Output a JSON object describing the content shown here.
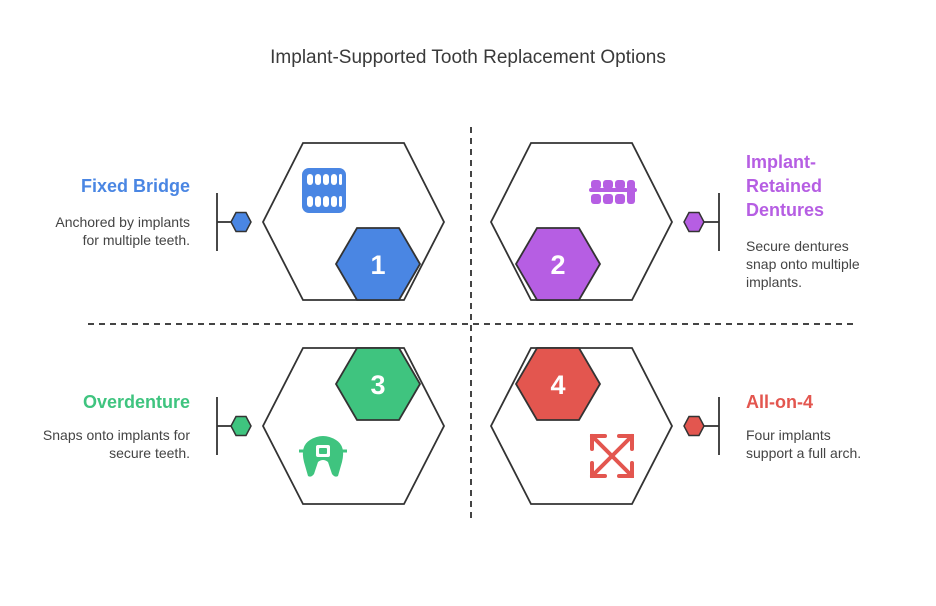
{
  "title": "Implant-Supported Tooth Replacement Options",
  "colors": {
    "outline": "#333333",
    "divider": "#444444"
  },
  "options": [
    {
      "number": "1",
      "title": "Fixed Bridge",
      "description": "Anchored by implants for multiple teeth.",
      "color": "#4A86E3",
      "icon": "teeth-icon"
    },
    {
      "number": "2",
      "title": "Implant-Retained Dentures",
      "description": "Secure dentures snap onto multiple implants.",
      "color": "#B65EE3",
      "icon": "dentures-icon"
    },
    {
      "number": "3",
      "title": "Overdenture",
      "description": "Snaps onto implants for secure teeth.",
      "color": "#3FC47F",
      "icon": "braces-icon"
    },
    {
      "number": "4",
      "title": "All-on-4",
      "description": "Four implants support a full arch.",
      "color": "#E3564F",
      "icon": "expand-arrows-icon"
    }
  ]
}
